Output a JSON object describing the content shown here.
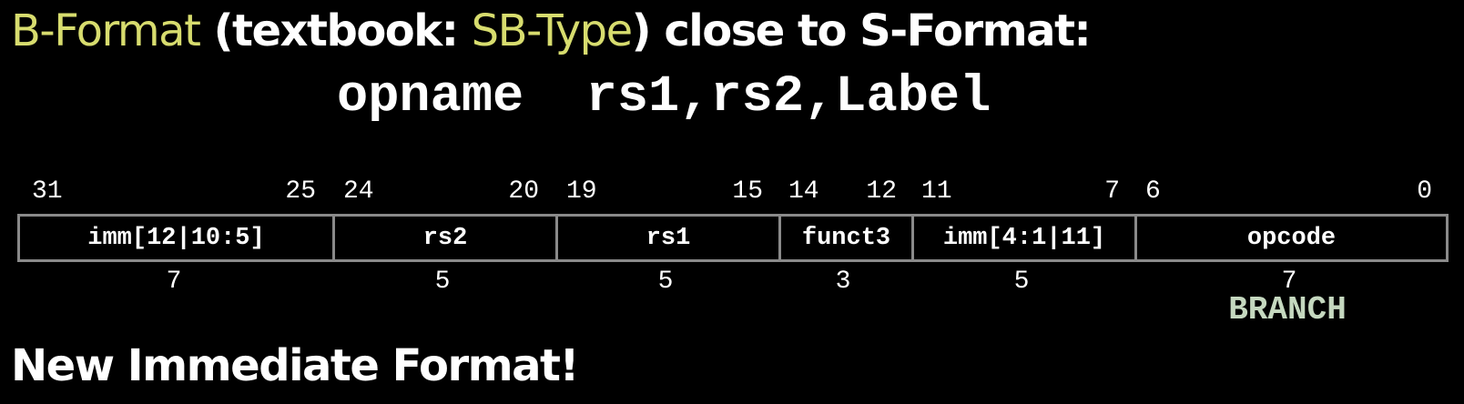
{
  "title": {
    "part1": "B-Format",
    "part2": " (textbook: ",
    "part3": "SB-Type",
    "part4": ") close to S-Format:"
  },
  "syntax": "opname  rs1,rs2,Label",
  "bit_numbers": [
    "31",
    "25",
    "24",
    "20",
    "19",
    "15",
    "14",
    "12",
    "11",
    "7",
    "6",
    "0"
  ],
  "fields": [
    {
      "label": "imm[12|10:5]",
      "width": "7"
    },
    {
      "label": "rs2",
      "width": "5"
    },
    {
      "label": "rs1",
      "width": "5"
    },
    {
      "label": "funct3",
      "width": "3"
    },
    {
      "label": "imm[4:1|11]",
      "width": "5"
    },
    {
      "label": "opcode",
      "width": "7"
    }
  ],
  "opcode_note": "BRANCH",
  "footer": "New Immediate Format!",
  "colors": {
    "highlight": "#d7dc6e",
    "branch": "#c5d8bf",
    "border": "#8a8a8a",
    "background": "#000000",
    "text": "#ffffff"
  }
}
